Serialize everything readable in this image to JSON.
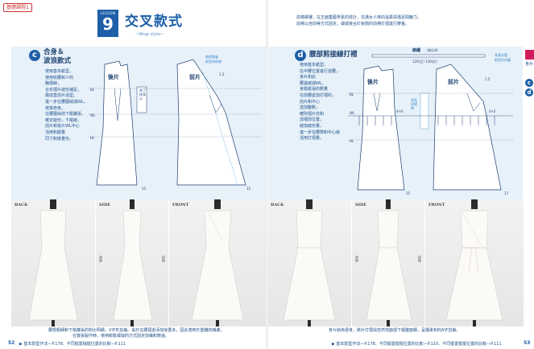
{
  "left_page": {
    "header_tag": "基礎課程1",
    "lesson_label": "LESSON",
    "lesson_number": "9",
    "title": "交叉款式",
    "subtitle": "~Wrap style~",
    "section_badge": "c",
    "section_title_1": "合身＆",
    "section_title_2": "波浪款式",
    "steps": [
      "使用基本紙型，",
      "使用收腰和少的",
      "胸褶線，",
      "合衣褶片縫份補足，",
      "做成直前片造型。",
      "進一步在腰圍縫減WL，",
      "使其修身。",
      "在腰圍由前下擺擴張，",
      "確定縫份，下襬線，",
      "前片和後片WL中心",
      "活用和擺量",
      "同寸和度量份。"
    ],
    "pattern_labels": {
      "back": "後片",
      "front": "前片",
      "waist_note": "為了修身以",
      "note_right": "縫邊重疊\n紙型的紙樣",
      "bl": "BL",
      "wl": "WL",
      "hl": "HL",
      "m15a": "15",
      "m15b": "15",
      "m15c": "1.5"
    },
    "photo_labels": {
      "back": "BACK",
      "side": "SIDE",
      "front": "FRONT",
      "side_tag_left": "背線",
      "side_tag_right": "前線"
    },
    "caption_1": "腰部粗細和下襬擴張的對比明顯，X字形剪裁。由於在腰褶處添加後重多，因此適用於重纖的織遷，",
    "caption_2": "在寬張製作時，使用較鬆或縫的方式固定前織和鞋邊。",
    "footer": "▶ 基本款型作法—P.178、不同擺置檔擺位置的比較—P.111",
    "page_number": "52"
  },
  "right_page": {
    "intro_1": "前襟膚樓，在正面蓋藝學素的效計，充滿女人味的溫柔與滿足間魅力。",
    "intro_2": "前襟以自前等方式固定，或縫接合於後側的前襟打褶進行摩養。",
    "section_badge": "d",
    "section_title": "腰部剪接線打褶",
    "steps": [
      "使用基本紙型，",
      "在中腰位置進行從腰，",
      "身片和此",
      "腰邊縫減WL，",
      "身擺紙張的數量",
      "在前腰處加打褶的，",
      "前片和中心",
      "送加腹數，",
      "確則褶片份和",
      "加褶前位置，",
      "縫加縫份量，",
      "進一步在腰際和中心縫",
      "活用打褶量。"
    ],
    "pattern_labels": {
      "ribbon_title": "綁繩",
      "ribbon_note": "(為1/4)",
      "ribbon_dims": "120(正)  130(反)",
      "back": "後片",
      "front": "前片",
      "note_right": "為基本腰\n紙型的作圖",
      "fold_mark": "背面對褶線",
      "wl": "WL",
      "bl": "BL",
      "hl": "HL",
      "m1": "4+6",
      "m2": "4+2",
      "m15": "15",
      "m15b": "1.5",
      "m17": "17"
    },
    "photo_labels": {
      "back": "BACK",
      "side": "SIDE",
      "front": "FRONT",
      "side_tag_left": "背線",
      "side_tag_right": "前線"
    },
    "caption": "身片納為很身，將片打摺與自然地面褶下襬腹面積，呈優柔和的A字剪裁。",
    "footer": "▶ 基本款型作法—P.178、不同擺置擺擺位置的比較—P.110、不同擺置擺擺位置的比較—P.111",
    "page_number": "53",
    "side_tab_label": "身片",
    "side_tab_c": "c",
    "side_tab_d": "d"
  }
}
